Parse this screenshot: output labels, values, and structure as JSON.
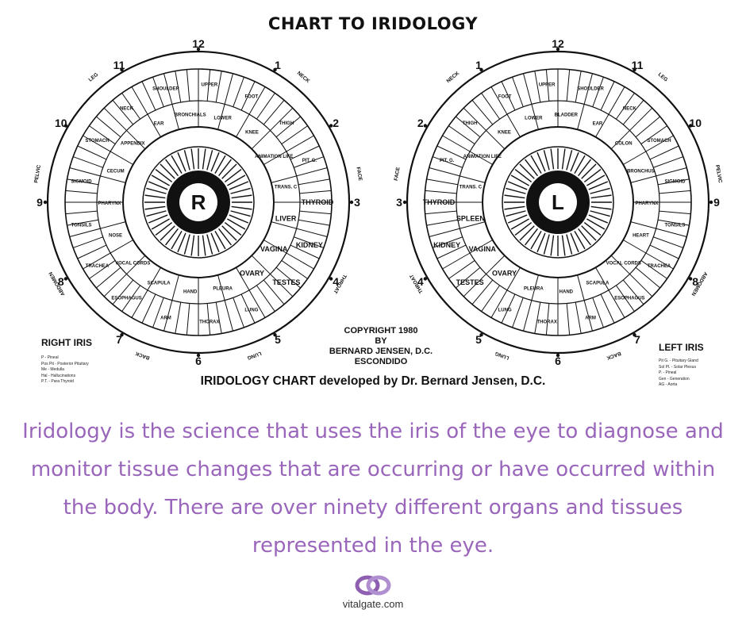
{
  "title": "CHART TO IRIDOLOGY",
  "right_iris_label": "RIGHT IRIS",
  "left_iris_label": "LEFT IRIS",
  "right_center_letter": "R",
  "left_center_letter": "L",
  "copyright": {
    "line1": "COPYRIGHT 1980",
    "line2": "BY",
    "line3": "BERNARD JENSEN, D.C.",
    "line4": "ESCONDIDO"
  },
  "chart_caption": "IRIDOLOGY CHART developed by Dr. Bernard Jensen, D.C.",
  "clock_numbers": [
    "12",
    "1",
    "2",
    "3",
    "4",
    "5",
    "6",
    "7",
    "8",
    "9",
    "10",
    "11"
  ],
  "right_iris": {
    "outer_labels": [
      "NECK",
      "FACE",
      "THROAT",
      "LUNG",
      "BACK",
      "ABDOMEN",
      "PELVIC",
      "LEG"
    ],
    "zone_labels": [
      "THYROID",
      "LIVER",
      "KIDNEY",
      "VAGINA",
      "TESTES",
      "OVARY",
      "LUNG",
      "PLEURA",
      "THORAX",
      "HAND",
      "ARM",
      "SCAPULA",
      "ESOPHAGUS",
      "VOCAL CORDS",
      "TRACHEA",
      "NOSE",
      "TONSILS",
      "PHARYNX",
      "SIGMOID",
      "CECUM",
      "STOMACH",
      "APPENDIX",
      "NECK",
      "EAR",
      "SHOULDER",
      "BRONCHIALS",
      "UPPER",
      "LOWER",
      "FOOT",
      "KNEE",
      "THIGH",
      "ANIMATION LIFE",
      "PIT. G.",
      "TRANS. C"
    ]
  },
  "left_iris": {
    "outer_labels": [
      "NECK",
      "FACE",
      "THROAT",
      "LUNG",
      "BACK",
      "ABDOMEN",
      "PELVIC",
      "LEG"
    ],
    "zone_labels": [
      "THYROID",
      "SPLEEN",
      "KIDNEY",
      "VAGINA",
      "TESTES",
      "OVARY",
      "LUNG",
      "PLEURA",
      "THORAX",
      "HAND",
      "ARM",
      "SCAPULA",
      "ESOPHAGUS",
      "VOCAL CORDS",
      "TRACHEA",
      "HEART",
      "TONSILS",
      "PHARYNX",
      "SIGMOID",
      "BRONCHUS",
      "STOMACH",
      "COLON",
      "NECK",
      "EAR",
      "SHOULDER",
      "BLADDER",
      "UPPER",
      "LOWER",
      "FOOT",
      "KNEE",
      "THIGH",
      "ANIMATION LIFE",
      "PIT. G.",
      "TRANS. C"
    ]
  },
  "legend_left": [
    "P - Pineal",
    "Pos Pit - Posterior Pituitary",
    "Me - Medulla",
    "Hal - Hallucinations",
    "P.T. - Para Thyroid"
  ],
  "legend_right": [
    "Pit G. - Pituitary Gland",
    "Sol Pl. - Solar Plexus",
    "P. - Pineal",
    "Gen - Generation",
    "AG - Aorta"
  ],
  "description": "Iridology is the science that uses the iris of the eye to diagnose and monitor tissue changes that are occurring or have occurred within the body. There are over ninety different organs and tissues represented in the eye.",
  "brand": "vitalgate.com",
  "colors": {
    "text_purple": "#9966bb",
    "ink": "#111111",
    "logo_purple": "#8e5fb0"
  }
}
